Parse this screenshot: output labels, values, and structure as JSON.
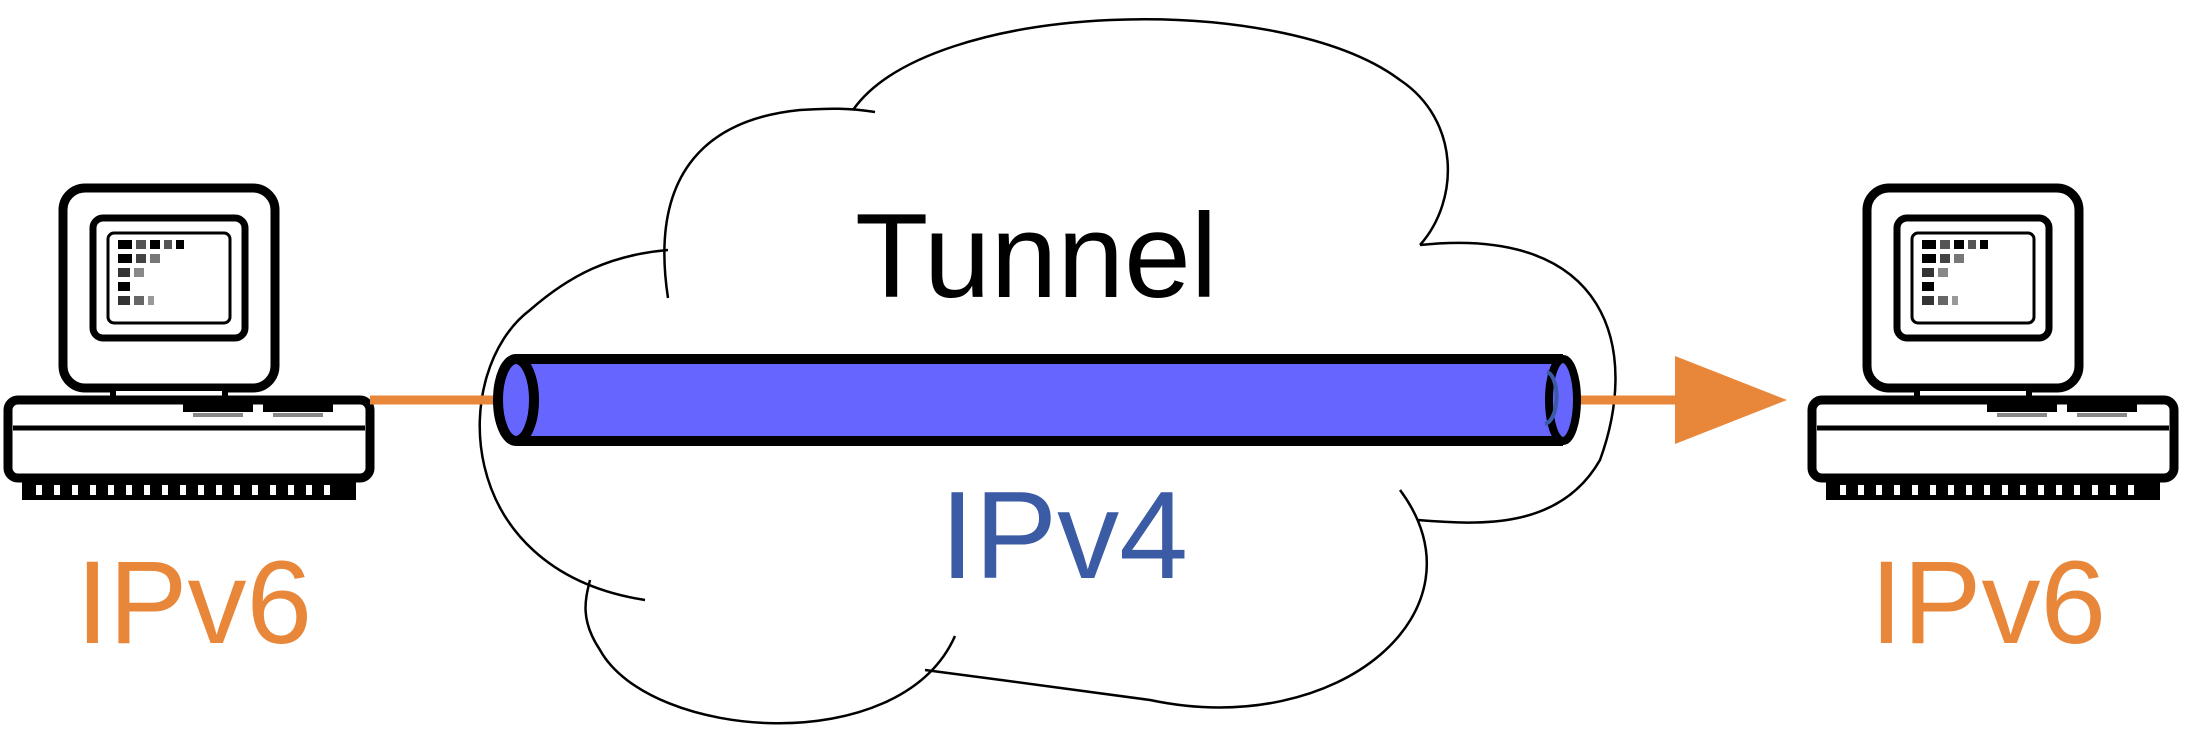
{
  "labels": {
    "tunnel": "Tunnel",
    "network": "IPv4",
    "left_host": "IPv6",
    "right_host": "IPv6"
  },
  "colors": {
    "ipv6": "#E8873A",
    "ipv4": "#3B5BA5",
    "tunnel_fill": "#6666FF",
    "outline": "#000000"
  }
}
